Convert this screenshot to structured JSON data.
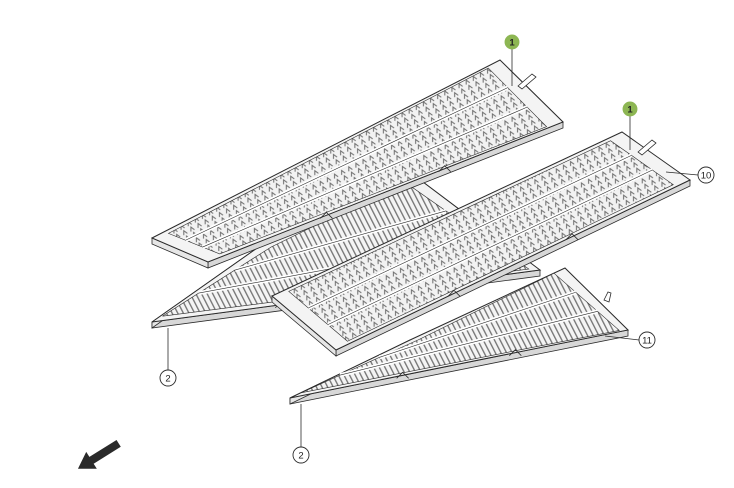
{
  "colors": {
    "background": "#ffffff",
    "line": "#2a2a2a",
    "panel_fill": "#f4f4f4",
    "teeth": "#777777",
    "rib": "#ffffff",
    "callout_highlight": "#8db653",
    "callout_plain": "#ffffff"
  },
  "callouts": [
    {
      "id": "c1a",
      "label": "1",
      "highlight": true
    },
    {
      "id": "c1b",
      "label": "1",
      "highlight": true
    },
    {
      "id": "c10",
      "label": "10",
      "highlight": false
    },
    {
      "id": "c11",
      "label": "11",
      "highlight": false
    },
    {
      "id": "c2a",
      "label": "2",
      "highlight": false
    },
    {
      "id": "c2b",
      "label": "2",
      "highlight": false
    }
  ],
  "direction_icon": "arrow-down-left-icon"
}
